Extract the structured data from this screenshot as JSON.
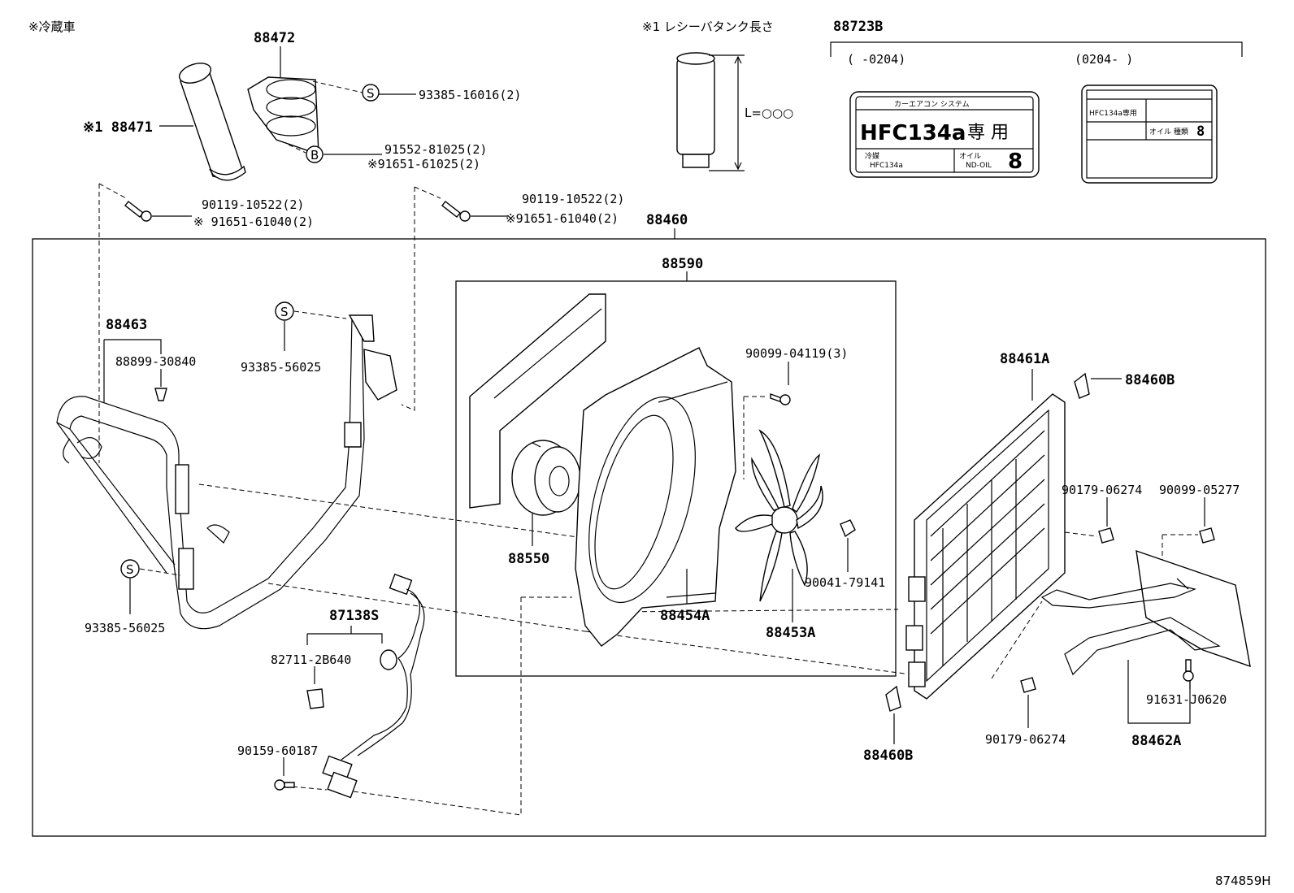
{
  "notes": {
    "refrigerated": "※冷蔵車",
    "tank_length": "※1 レシーバタンク長さ",
    "length_value": "L=○○○",
    "diagram_code": "874859H"
  },
  "labels": {
    "p88472": "88472",
    "p88471": "※1 88471",
    "p93385_16016": "93385-16016(2)",
    "p91552": "91552-81025(2)",
    "p91651_61025": "※91651-61025(2)",
    "bolt_left_a": "90119-10522(2)",
    "bolt_left_b": "※ 91651-61040(2)",
    "bolt_mid_a": "90119-10522(2)",
    "bolt_mid_b": "※91651-61040(2)",
    "p88460": "88460",
    "p88723B": "88723B",
    "range_old": "(      -0204)",
    "range_new": "(0204-      )",
    "p88590": "88590",
    "p88463": "88463",
    "p88899": "88899-30840",
    "p93385_56025_top": "93385-56025",
    "p93385_56025_bot": "93385-56025",
    "p90099_04119": "90099-04119(3)",
    "p88461A": "88461A",
    "p88460B_top": "88460B",
    "p90179_06274_top": "90179-06274",
    "p90099_05277": "90099-05277",
    "p88550": "88550",
    "p88454A": "88454A",
    "p88453A": "88453A",
    "p90041": "90041-79141",
    "p87138S": "87138S",
    "p82711": "82711-2B640",
    "p90159": "90159-60187",
    "p88460B_bot": "88460B",
    "p90179_06274_bot": "90179-06274",
    "p88462A": "88462A",
    "p91631": "91631-J0620"
  },
  "symbols": {
    "s": "S",
    "b": "B"
  },
  "decal_old": {
    "heading": "カーエアコン システム",
    "refrigerant": "HFC134a",
    "exclusive": "専 用",
    "coolant_label": "冷媒",
    "coolant_value": "HFC134a",
    "oil_label": "オイル",
    "oil_type": "ND-OIL",
    "oil_number": "8"
  },
  "decal_new": {
    "refrigerant_only": "HFC134a専用",
    "oil_label": "オイル 種類",
    "oil_number": "8"
  }
}
